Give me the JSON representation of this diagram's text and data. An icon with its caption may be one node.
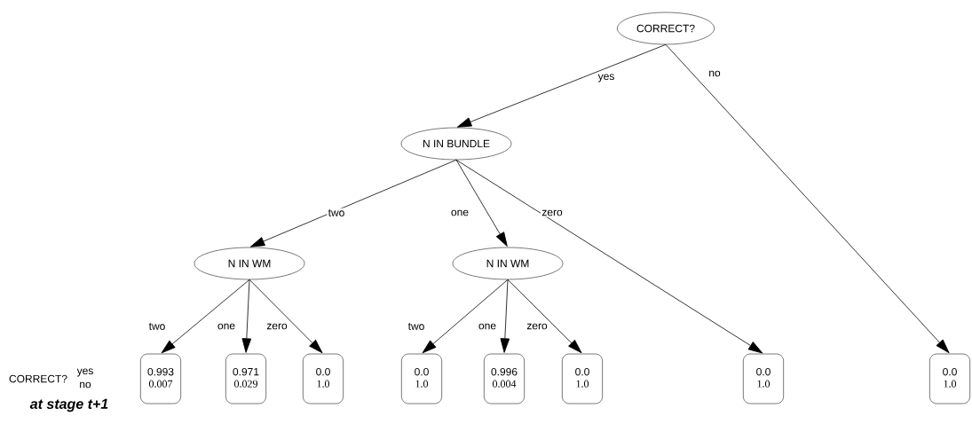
{
  "diagram": {
    "nodes": [
      {
        "text": [
          "CORRECT?"
        ]
      },
      {
        "text": [
          "N IN BUNDLE"
        ]
      },
      {
        "text": [
          "N IN WM"
        ]
      },
      {
        "text": [
          "N IN WM"
        ]
      },
      {
        "text": [
          "0.993",
          "0.007"
        ]
      },
      {
        "text": [
          "0.971",
          "0.029"
        ]
      },
      {
        "text": [
          "0.0",
          "1.0"
        ]
      },
      {
        "text": [
          "0.0",
          "1.0"
        ]
      },
      {
        "text": [
          "0.996",
          "0.004"
        ]
      },
      {
        "text": [
          "0.0",
          "1.0"
        ]
      },
      {
        "text": [
          "0.0",
          "1.0"
        ]
      },
      {
        "text": [
          "0.0",
          "1.0"
        ]
      }
    ],
    "edges": [
      {
        "from": 0,
        "to": 1,
        "arrow": "to",
        "label": "yes"
      },
      {
        "from": 0,
        "to": 11,
        "arrow": "to",
        "label": "no"
      },
      {
        "from": 1,
        "to": 2,
        "arrow": "to",
        "label": "two"
      },
      {
        "from": 1,
        "to": 3,
        "arrow": "to",
        "label": "one"
      },
      {
        "from": 1,
        "to": 10,
        "arrow": "to",
        "label": "zero"
      },
      {
        "from": 2,
        "to": 4,
        "arrow": "to",
        "label": "two"
      },
      {
        "from": 2,
        "to": 5,
        "arrow": "to",
        "label": "one"
      },
      {
        "from": 2,
        "to": 6,
        "arrow": "to",
        "label": "zero"
      },
      {
        "from": 3,
        "to": 7,
        "arrow": "to",
        "label": "two"
      },
      {
        "from": 3,
        "to": 8,
        "arrow": "to",
        "label": "one"
      },
      {
        "from": 3,
        "to": 9,
        "arrow": "to",
        "label": "zero"
      }
    ],
    "labels": [
      "CORRECT?",
      "yes",
      "no",
      "at stage t+1"
    ]
  }
}
